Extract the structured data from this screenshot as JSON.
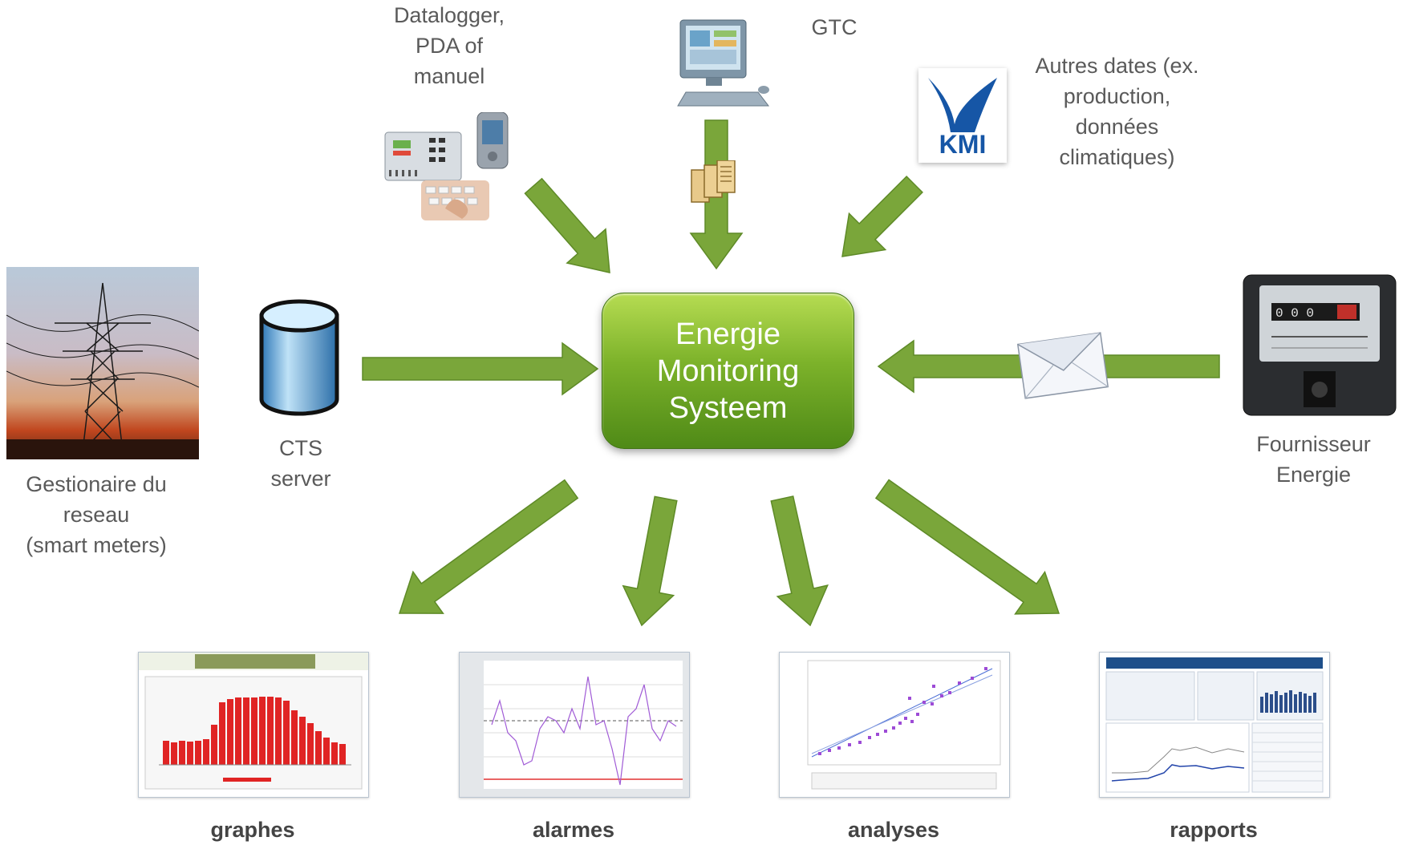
{
  "center": {
    "lines": [
      "Energie",
      "Monitoring",
      "Systeem"
    ]
  },
  "inputs": {
    "datalogger": [
      "Datalogger,",
      "PDA of",
      "manuel"
    ],
    "gtc": [
      "GTC"
    ],
    "autres": [
      "Autres dates (ex.",
      "production,",
      "données",
      "climatiques)"
    ],
    "gestionaire": [
      "Gestionaire du",
      "reseau",
      "(smart meters)"
    ],
    "cts": [
      "CTS",
      "server"
    ],
    "fournisseur": [
      "Fournisseur",
      "Energie"
    ],
    "kmi_logo": "KMI"
  },
  "outputs": {
    "graphes": "graphes",
    "alarmes": "alarmes",
    "analyses": "analyses",
    "rapports": "rapports"
  },
  "colors": {
    "arrow": "#7aa63a",
    "arrow_edge": "#5e8a27",
    "center_top": "#b6dc52",
    "center_bottom": "#4f8a17"
  }
}
